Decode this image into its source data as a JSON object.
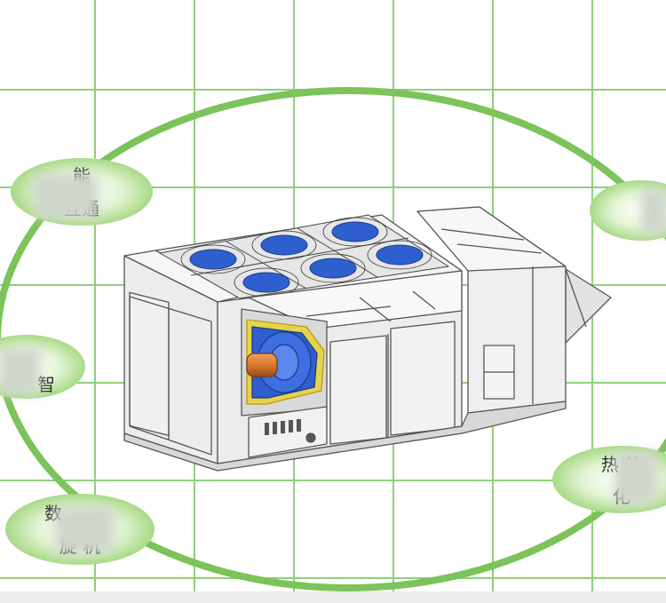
{
  "colors": {
    "grid": "#8fd07a",
    "ring": "#7cc35a",
    "bubble": "#b9e39a",
    "machine_body": "#eeeeee",
    "machine_line": "#555555",
    "fan_blue": "#2f5fcf",
    "motor_orange": "#d9782e",
    "duct_yellow": "#e8d24a"
  },
  "bubbles": [
    {
      "id": "top-left",
      "line1": "能",
      "line2": "互通"
    },
    {
      "id": "middle-left",
      "line1": "",
      "line2": "智"
    },
    {
      "id": "bottom-left",
      "line1": "数",
      "line2": "旋  机"
    },
    {
      "id": "top-right",
      "line1": "",
      "line2": ""
    },
    {
      "id": "bottom-right",
      "line1": "热      效",
      "line2": "化"
    }
  ],
  "fans": {
    "count": 6,
    "icon": "fan-icon"
  }
}
